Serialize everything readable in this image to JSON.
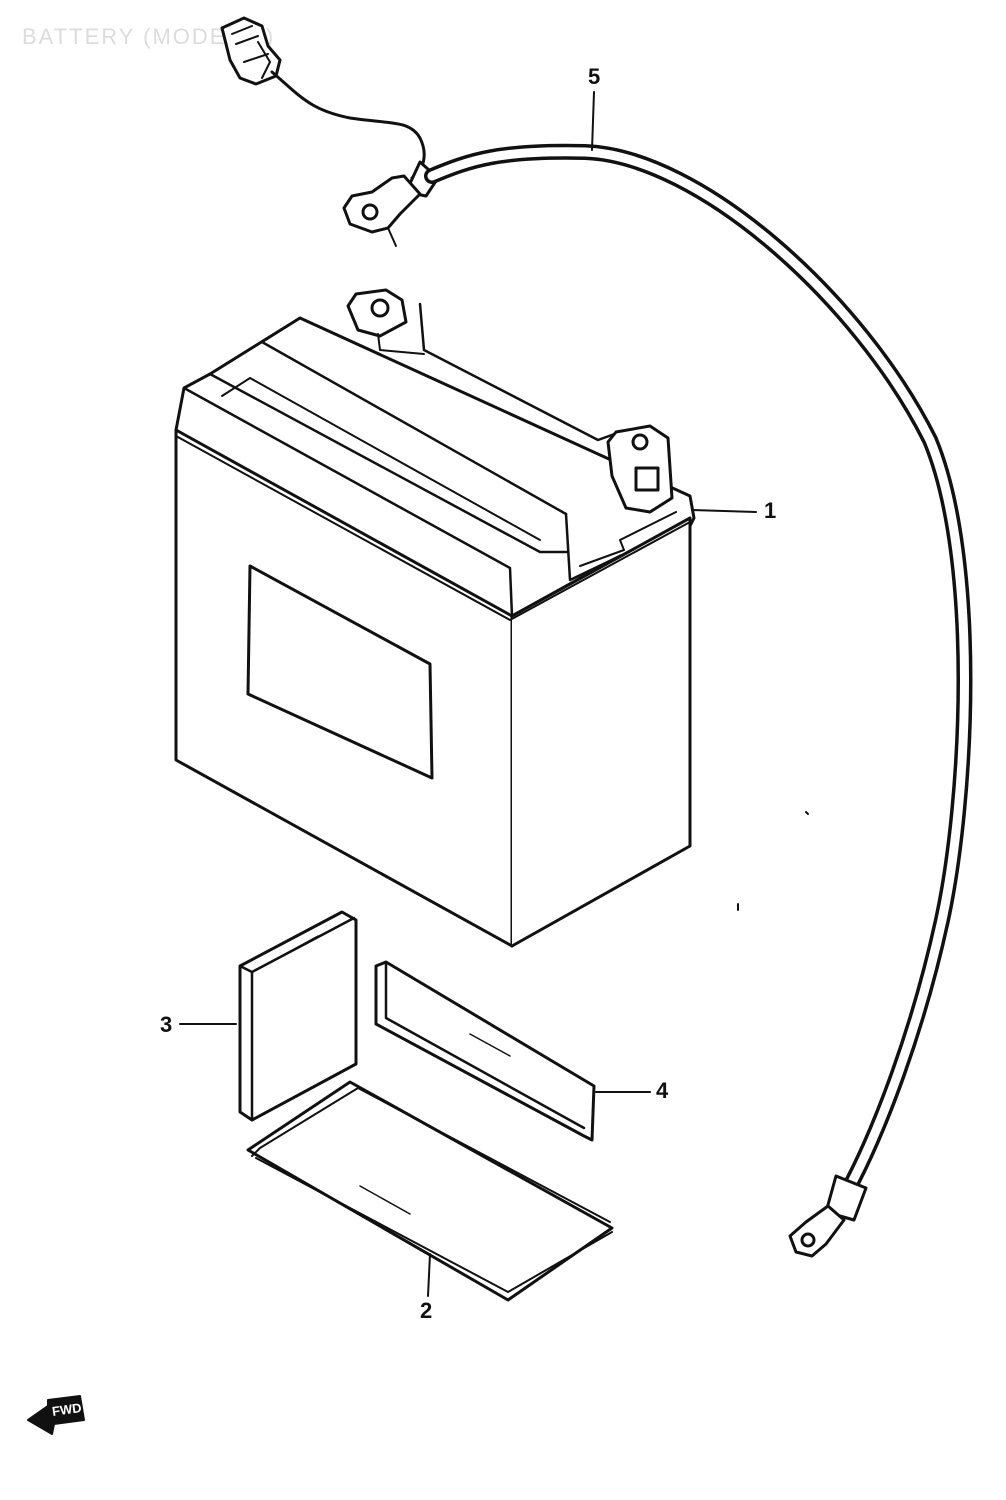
{
  "diagram": {
    "title": "BATTERY (MODEL D)",
    "callouts": [
      {
        "id": "1",
        "label": "1"
      },
      {
        "id": "2",
        "label": "2"
      },
      {
        "id": "3",
        "label": "3"
      },
      {
        "id": "4",
        "label": "4"
      },
      {
        "id": "5",
        "label": "5"
      }
    ],
    "direction_mark": "FWD",
    "colors": {
      "line": "#111111",
      "title": "#dcdcdc",
      "background": "#ffffff"
    }
  }
}
